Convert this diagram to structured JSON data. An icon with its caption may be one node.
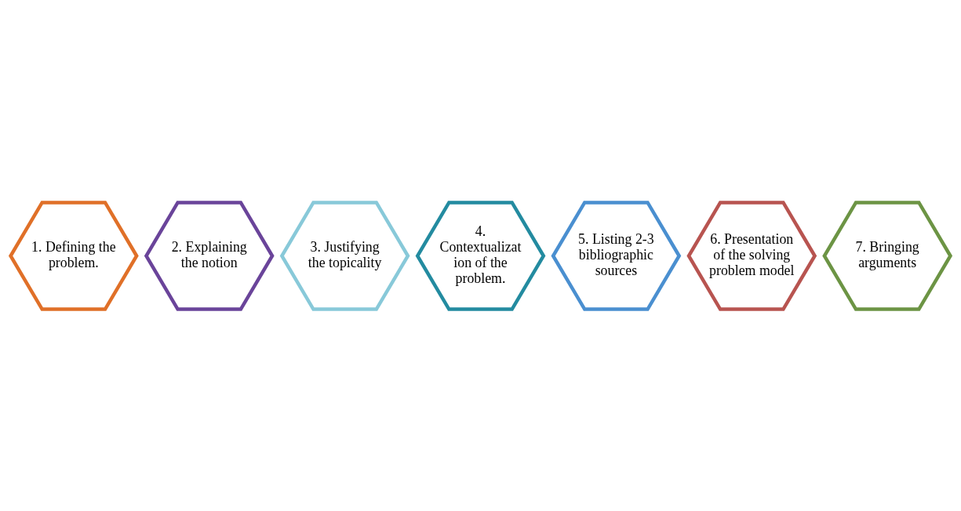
{
  "diagram": {
    "nodes": [
      {
        "text": [
          "1. Defining the problem."
        ]
      },
      {
        "text": [
          "2. Explaining the notion"
        ]
      },
      {
        "text": [
          "3. Justifying the topicality"
        ]
      },
      {
        "text": [
          "4. Contextualizat ion of the problem."
        ]
      },
      {
        "text": [
          "5. Listing 2-3 bibliographic sources"
        ]
      },
      {
        "text": [
          "6. Presentation of the solving problem model"
        ]
      },
      {
        "text": [
          "7. Bringing arguments"
        ]
      }
    ],
    "edges": []
  }
}
